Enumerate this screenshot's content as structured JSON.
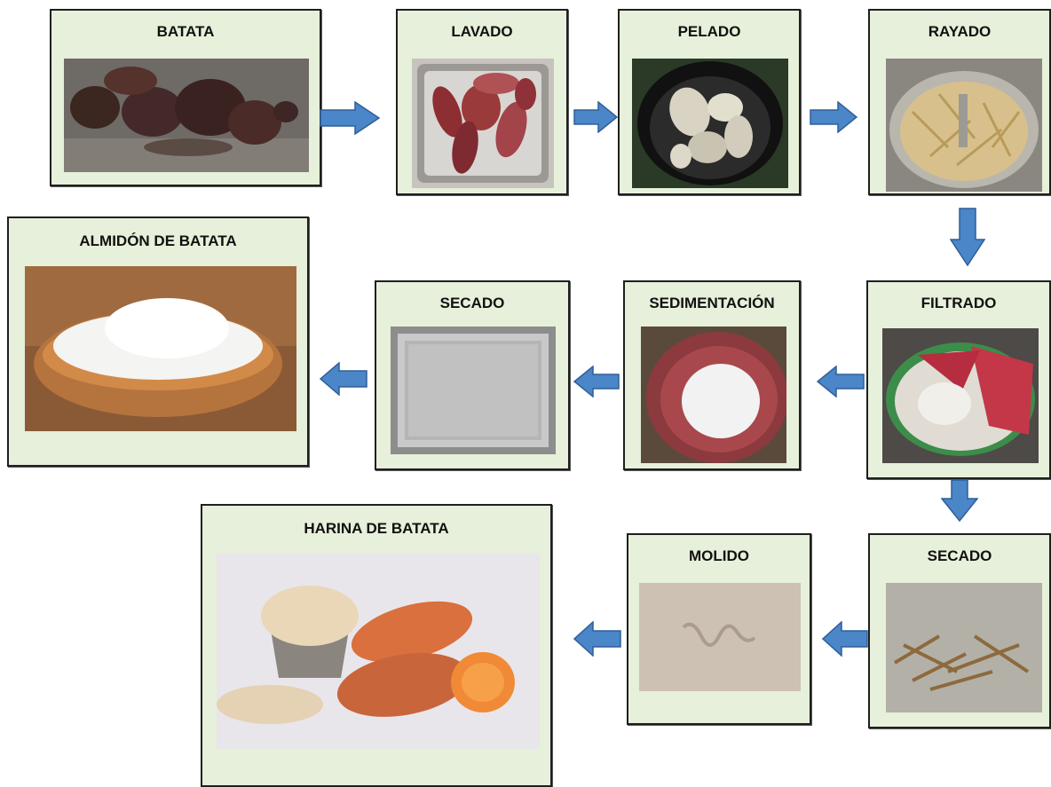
{
  "steps": {
    "batata": "BATATA",
    "lavado": "LAVADO",
    "pelado": "PELADO",
    "rayado": "RAYADO",
    "filtrado": "FILTRADO",
    "sedimentacion": "SEDIMENTACIÓN",
    "secado_almidon": "SECADO",
    "almidon": "ALMIDÓN DE BATATA",
    "secado_harina": "SECADO",
    "molido": "MOLIDO",
    "harina": "HARINA DE BATATA"
  },
  "colors": {
    "box_fill": "#e6f0da",
    "box_border": "#1f1f1f",
    "arrow_fill": "#4a86c8",
    "arrow_stroke": "#2f5f97"
  },
  "icons": {
    "arrow": "block-arrow"
  }
}
